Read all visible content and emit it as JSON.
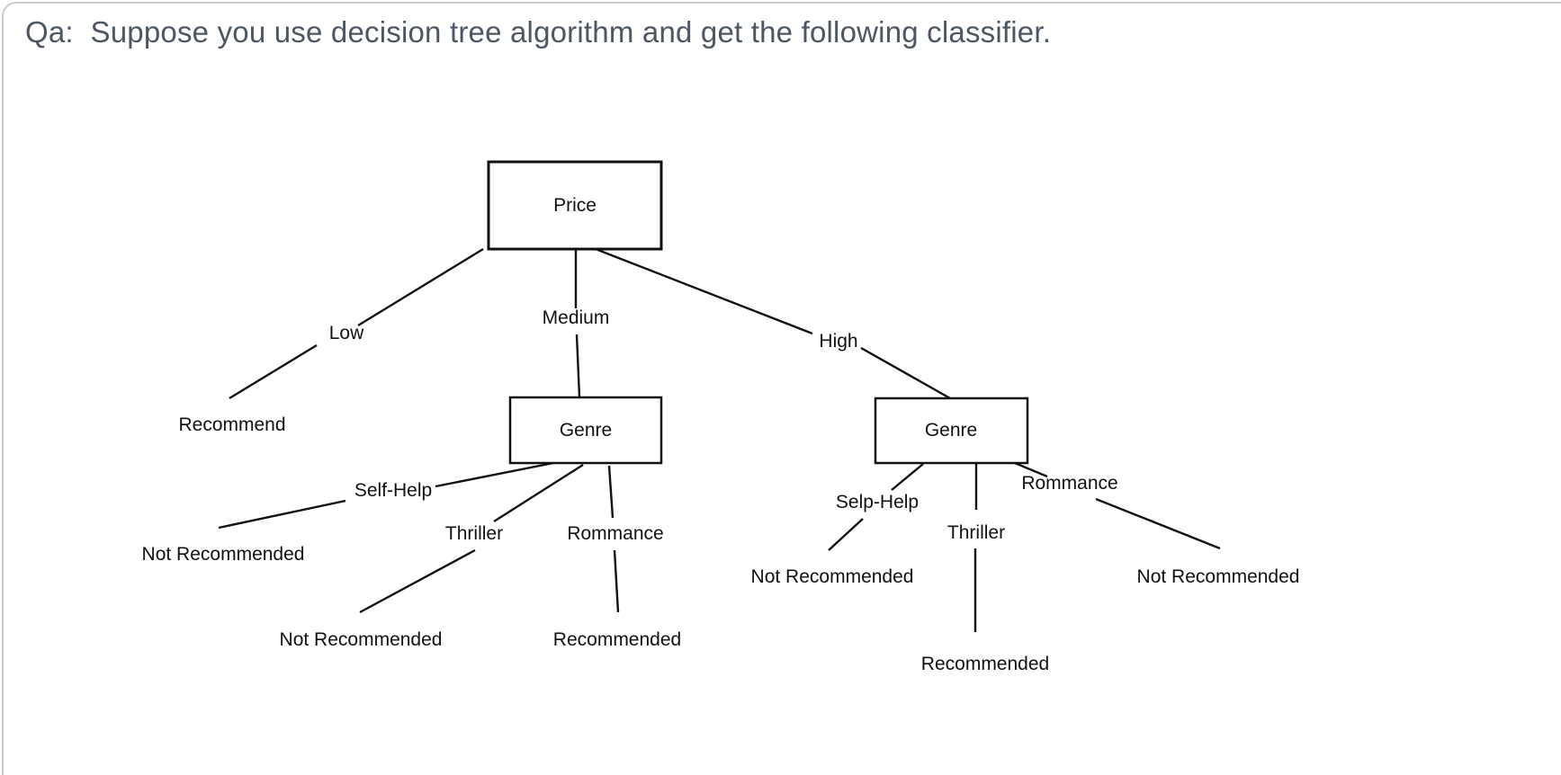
{
  "page": {
    "title": "Qa:  Suppose you use decision tree algorithm and get the following classifier."
  },
  "tree": {
    "type": "decision-tree",
    "root": {
      "label": "Price"
    },
    "branches": {
      "low": {
        "label": "Low",
        "leaf": "Recommend"
      },
      "medium": {
        "label": "Medium",
        "node": {
          "label": "Genre"
        },
        "branches": {
          "self_help": {
            "label": "Self-Help",
            "leaf": "Not Recommended"
          },
          "thriller": {
            "label": "Thriller",
            "leaf": "Not Recommended"
          },
          "rommance": {
            "label": "Rommance",
            "leaf": "Recommended"
          }
        }
      },
      "high": {
        "label": "High",
        "node": {
          "label": "Genre"
        },
        "branches": {
          "selp_help": {
            "label": "Selp-Help",
            "leaf": "Not Recommended"
          },
          "thriller": {
            "label": "Thriller",
            "leaf": "Recommended"
          },
          "rommance": {
            "label": "Rommance",
            "leaf": "Not Recommended"
          }
        }
      }
    }
  },
  "colors": {
    "background": "#ffffff",
    "frame_border": "#cbcbcb",
    "title_text": "#4d5663",
    "diagram_ink": "#111111"
  }
}
